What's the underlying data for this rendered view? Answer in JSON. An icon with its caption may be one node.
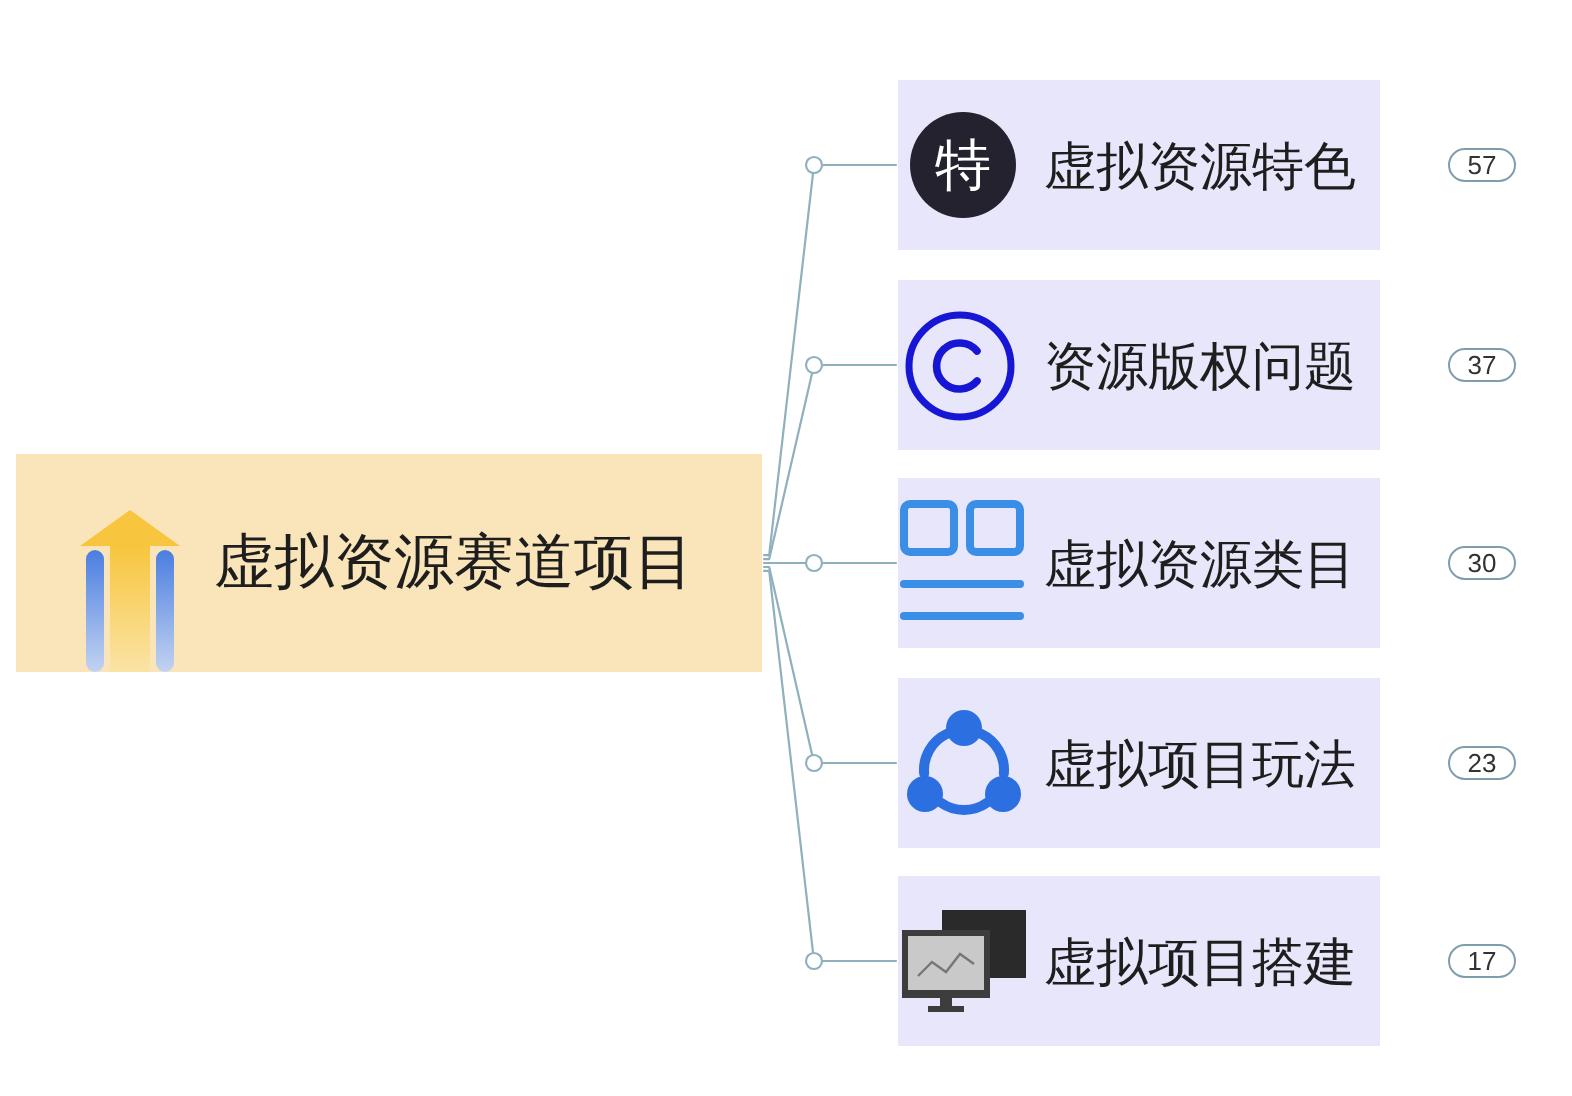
{
  "diagram": {
    "nodes": [
      {
        "text": [
          "虚拟资源赛道项目"
        ]
      },
      {
        "text": [
          "特",
          "虚拟资源特色"
        ],
        "beside": [
          "57"
        ]
      },
      {
        "text": [
          "资源版权问题"
        ],
        "beside": [
          "37"
        ]
      },
      {
        "text": [
          "虚拟资源类目"
        ],
        "beside": [
          "30"
        ]
      },
      {
        "text": [
          "虚拟项目玩法"
        ],
        "beside": [
          "23"
        ]
      },
      {
        "text": [
          "虚拟项目搭建"
        ],
        "beside": [
          "17"
        ]
      }
    ],
    "edges": [
      {
        "from": 0,
        "to": 1,
        "arrow": "none"
      },
      {
        "from": 0,
        "to": 2,
        "arrow": "none"
      },
      {
        "from": 0,
        "to": 3,
        "arrow": "none"
      },
      {
        "from": 0,
        "to": 4,
        "arrow": "none"
      },
      {
        "from": 0,
        "to": 5,
        "arrow": "none"
      }
    ]
  }
}
